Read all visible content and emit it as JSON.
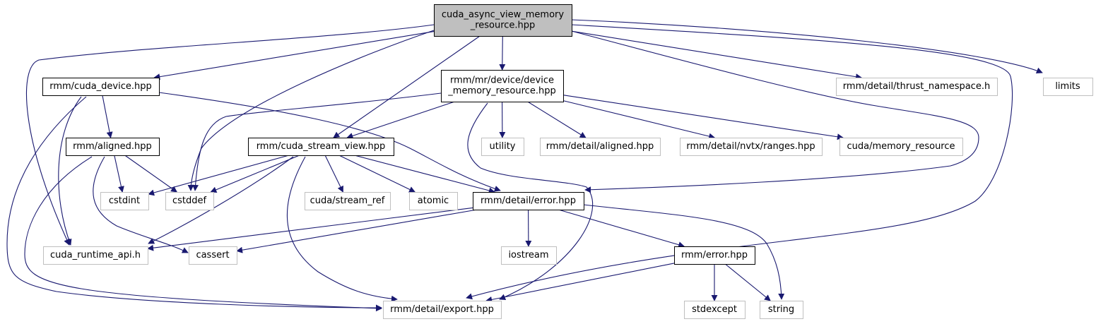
{
  "colors": {
    "edge": "#191970",
    "root_fill": "#bfbfbf",
    "root_stroke": "#000000",
    "documented_stroke": "#000000",
    "external_stroke": "#bfbfbf",
    "node_fill": "#ffffff"
  },
  "nodes": [
    {
      "id": "root",
      "lines": [
        "cuda_async_view_memory",
        "_resource.hpp"
      ],
      "kind": "root"
    },
    {
      "id": "cuda_device",
      "lines": [
        "rmm/cuda_device.hpp"
      ],
      "kind": "documented"
    },
    {
      "id": "device_mr",
      "lines": [
        "rmm/mr/device/device",
        "_memory_resource.hpp"
      ],
      "kind": "documented"
    },
    {
      "id": "thrust_ns",
      "lines": [
        "rmm/detail/thrust_namespace.h"
      ],
      "kind": "external"
    },
    {
      "id": "limits",
      "lines": [
        "limits"
      ],
      "kind": "external"
    },
    {
      "id": "aligned",
      "lines": [
        "rmm/aligned.hpp"
      ],
      "kind": "documented"
    },
    {
      "id": "stream_view",
      "lines": [
        "rmm/cuda_stream_view.hpp"
      ],
      "kind": "documented"
    },
    {
      "id": "utility",
      "lines": [
        "utility"
      ],
      "kind": "external"
    },
    {
      "id": "detail_aligned",
      "lines": [
        "rmm/detail/aligned.hpp"
      ],
      "kind": "external"
    },
    {
      "id": "nvtx",
      "lines": [
        "rmm/detail/nvtx/ranges.hpp"
      ],
      "kind": "external"
    },
    {
      "id": "cuda_mr",
      "lines": [
        "cuda/memory_resource"
      ],
      "kind": "external"
    },
    {
      "id": "cstdint",
      "lines": [
        "cstdint"
      ],
      "kind": "external"
    },
    {
      "id": "cstddef",
      "lines": [
        "cstddef"
      ],
      "kind": "external"
    },
    {
      "id": "stream_ref",
      "lines": [
        "cuda/stream_ref"
      ],
      "kind": "external"
    },
    {
      "id": "atomic",
      "lines": [
        "atomic"
      ],
      "kind": "external"
    },
    {
      "id": "detail_error",
      "lines": [
        "rmm/detail/error.hpp"
      ],
      "kind": "documented"
    },
    {
      "id": "runtime_api",
      "lines": [
        "cuda_runtime_api.h"
      ],
      "kind": "external"
    },
    {
      "id": "cassert",
      "lines": [
        "cassert"
      ],
      "kind": "external"
    },
    {
      "id": "iostream",
      "lines": [
        "iostream"
      ],
      "kind": "external"
    },
    {
      "id": "error",
      "lines": [
        "rmm/error.hpp"
      ],
      "kind": "documented"
    },
    {
      "id": "export",
      "lines": [
        "rmm/detail/export.hpp"
      ],
      "kind": "external"
    },
    {
      "id": "stdexcept",
      "lines": [
        "stdexcept"
      ],
      "kind": "external"
    },
    {
      "id": "string",
      "lines": [
        "string"
      ],
      "kind": "external"
    }
  ],
  "edges": [
    {
      "from": "root",
      "to": "cuda_device"
    },
    {
      "from": "root",
      "to": "runtime_api"
    },
    {
      "from": "root",
      "to": "cstddef"
    },
    {
      "from": "root",
      "to": "stream_view"
    },
    {
      "from": "root",
      "to": "device_mr"
    },
    {
      "from": "root",
      "to": "detail_error"
    },
    {
      "from": "root",
      "to": "thrust_ns"
    },
    {
      "from": "root",
      "to": "limits"
    },
    {
      "from": "root",
      "to": "export"
    },
    {
      "from": "cuda_device",
      "to": "aligned"
    },
    {
      "from": "cuda_device",
      "to": "runtime_api"
    },
    {
      "from": "cuda_device",
      "to": "export"
    },
    {
      "from": "cuda_device",
      "to": "detail_error"
    },
    {
      "from": "aligned",
      "to": "cstdint"
    },
    {
      "from": "aligned",
      "to": "cstddef"
    },
    {
      "from": "aligned",
      "to": "cassert"
    },
    {
      "from": "aligned",
      "to": "export"
    },
    {
      "from": "device_mr",
      "to": "cstddef"
    },
    {
      "from": "device_mr",
      "to": "stream_view"
    },
    {
      "from": "device_mr",
      "to": "utility"
    },
    {
      "from": "device_mr",
      "to": "detail_aligned"
    },
    {
      "from": "device_mr",
      "to": "nvtx"
    },
    {
      "from": "device_mr",
      "to": "cuda_mr"
    },
    {
      "from": "device_mr",
      "to": "export"
    },
    {
      "from": "stream_view",
      "to": "cstdint"
    },
    {
      "from": "stream_view",
      "to": "cstddef"
    },
    {
      "from": "stream_view",
      "to": "stream_ref"
    },
    {
      "from": "stream_view",
      "to": "atomic"
    },
    {
      "from": "stream_view",
      "to": "detail_error"
    },
    {
      "from": "stream_view",
      "to": "runtime_api"
    },
    {
      "from": "stream_view",
      "to": "export"
    },
    {
      "from": "detail_error",
      "to": "runtime_api"
    },
    {
      "from": "detail_error",
      "to": "cassert"
    },
    {
      "from": "detail_error",
      "to": "iostream"
    },
    {
      "from": "detail_error",
      "to": "error"
    },
    {
      "from": "detail_error",
      "to": "string"
    },
    {
      "from": "error",
      "to": "export"
    },
    {
      "from": "error",
      "to": "stdexcept"
    },
    {
      "from": "error",
      "to": "string"
    }
  ]
}
